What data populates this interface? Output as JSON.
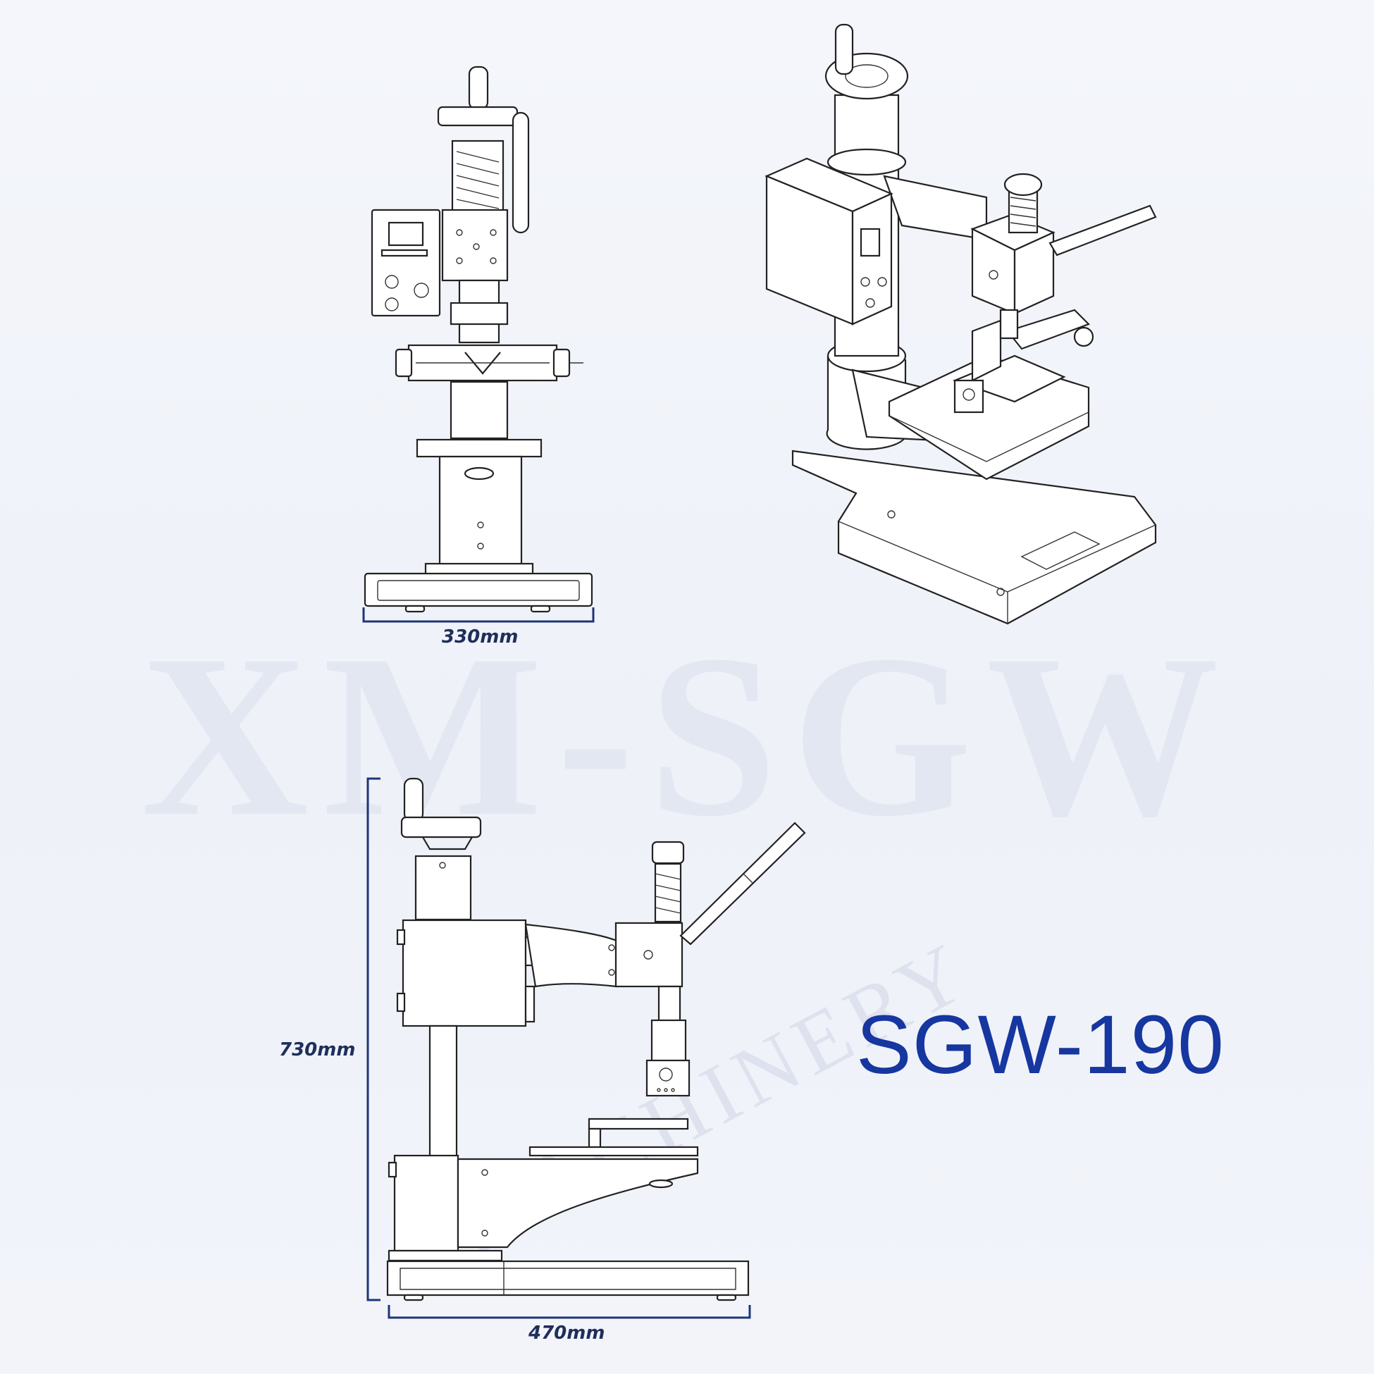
{
  "watermark": {
    "brand": "XM-SGW",
    "subtitle": "MACHINERY"
  },
  "model": "SGW-190",
  "dimensions": {
    "front_width": "330mm",
    "side_height": "730mm",
    "side_width": "470mm"
  },
  "colors": {
    "dimension_line": "#1f3577",
    "model_text": "#1636a0",
    "watermark": "#dfe4ef"
  }
}
